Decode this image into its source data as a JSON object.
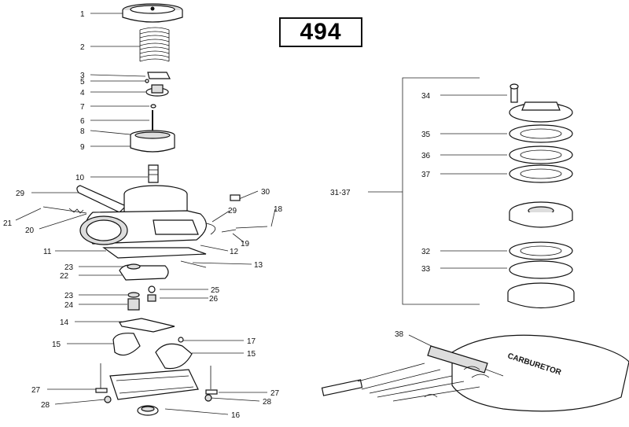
{
  "diagram_number": "494",
  "kit_lettering": "CARBURETOR",
  "callouts": [
    {
      "id": "c1",
      "label": "1"
    },
    {
      "id": "c2",
      "label": "2"
    },
    {
      "id": "c3",
      "label": "3"
    },
    {
      "id": "c5",
      "label": "5"
    },
    {
      "id": "c4",
      "label": "4"
    },
    {
      "id": "c7",
      "label": "7"
    },
    {
      "id": "c6",
      "label": "6"
    },
    {
      "id": "c8",
      "label": "8"
    },
    {
      "id": "c9",
      "label": "9"
    },
    {
      "id": "c10",
      "label": "10"
    },
    {
      "id": "c29a",
      "label": "29"
    },
    {
      "id": "c30",
      "label": "30"
    },
    {
      "id": "c21",
      "label": "21"
    },
    {
      "id": "c20",
      "label": "20"
    },
    {
      "id": "c29b",
      "label": "29"
    },
    {
      "id": "c18",
      "label": "18"
    },
    {
      "id": "c19",
      "label": "19"
    },
    {
      "id": "c11",
      "label": "11"
    },
    {
      "id": "c12",
      "label": "12"
    },
    {
      "id": "c13",
      "label": "13"
    },
    {
      "id": "c23a",
      "label": "23"
    },
    {
      "id": "c22",
      "label": "22"
    },
    {
      "id": "c25",
      "label": "25"
    },
    {
      "id": "c23b",
      "label": "23"
    },
    {
      "id": "c26",
      "label": "26"
    },
    {
      "id": "c24",
      "label": "24"
    },
    {
      "id": "c14",
      "label": "14"
    },
    {
      "id": "c15a",
      "label": "15"
    },
    {
      "id": "c17",
      "label": "17"
    },
    {
      "id": "c15b",
      "label": "15"
    },
    {
      "id": "c27a",
      "label": "27"
    },
    {
      "id": "c27b",
      "label": "27"
    },
    {
      "id": "c28a",
      "label": "28"
    },
    {
      "id": "c28b",
      "label": "28"
    },
    {
      "id": "c16",
      "label": "16"
    },
    {
      "id": "c34",
      "label": "34"
    },
    {
      "id": "c35",
      "label": "35"
    },
    {
      "id": "c36",
      "label": "36"
    },
    {
      "id": "c37",
      "label": "37"
    },
    {
      "id": "c3137",
      "label": "31-37"
    },
    {
      "id": "c32",
      "label": "32"
    },
    {
      "id": "c33",
      "label": "33"
    },
    {
      "id": "c38",
      "label": "38"
    }
  ]
}
